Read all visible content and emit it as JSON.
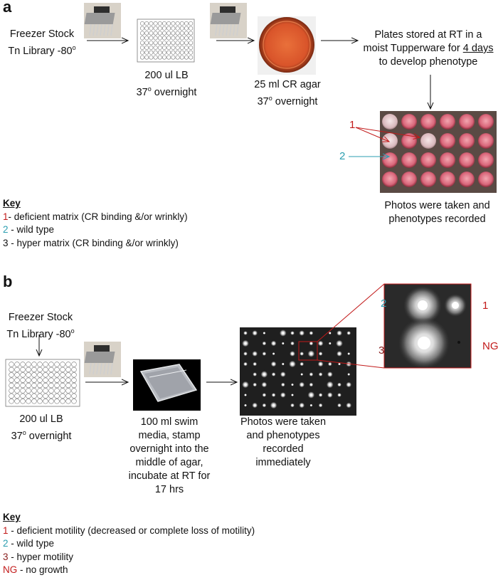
{
  "panel_a": {
    "letter": "a",
    "freezer_line1": "Freezer Stock",
    "freezer_line2": "Tn Library -80",
    "freezer_sup": "o",
    "lb_line1": "200 ul LB",
    "lb_line2_pre": "37",
    "lb_line2_sup": "o",
    "lb_line2_post": " overnight",
    "cr_line1": "25 ml CR agar",
    "cr_line2_pre": "37",
    "cr_line2_sup": "o",
    "cr_line2_post": " overnight",
    "stored_line1": "Plates stored at RT in a",
    "stored_line2_pre": "moist Tupperware for ",
    "stored_line2_underline": "4 days",
    "stored_line3": "to develop phenotype",
    "label_1": "1",
    "label_2": "2",
    "photos_line1": "Photos were taken and",
    "photos_line2": "phenotypes recorded",
    "key_title": "Key",
    "key": [
      {
        "num": "1",
        "text": "- deficient matrix (CR binding &/or wrinkly)"
      },
      {
        "num": "2",
        "text": " - wild type"
      },
      {
        "num": "3",
        "text": " - hyper matrix (CR binding &/or wrinkly)"
      }
    ]
  },
  "panel_b": {
    "letter": "b",
    "freezer_line1": "Freezer Stock",
    "freezer_line2": "Tn Library -80",
    "freezer_sup": "o",
    "lb_line1": "200 ul LB",
    "lb_line2_pre": "37",
    "lb_line2_sup": "o",
    "lb_line2_post": " overnight",
    "swim_lines": [
      "100 ml swim",
      "media, stamp",
      "overnight into the",
      "middle of agar,",
      "incubate at RT for",
      "17 hrs"
    ],
    "photos_lines": [
      "Photos were taken",
      "and phenotypes",
      "recorded",
      "immediately"
    ],
    "zoom_label_2": "2",
    "zoom_label_1": "1",
    "zoom_label_3": "3",
    "zoom_label_ng": "NG",
    "key_title": "Key",
    "key": [
      {
        "num": "1",
        "text": " - deficient motility (decreased or complete loss of motility)"
      },
      {
        "num": "2",
        "text": " - wild type"
      },
      {
        "num": "3",
        "text": " - hyper motility"
      },
      {
        "num": "NG",
        "text": " - no growth"
      }
    ]
  },
  "colors": {
    "red": "#c21a1a",
    "cyan": "#2b9eb0",
    "dark_red": "#8a2121"
  }
}
